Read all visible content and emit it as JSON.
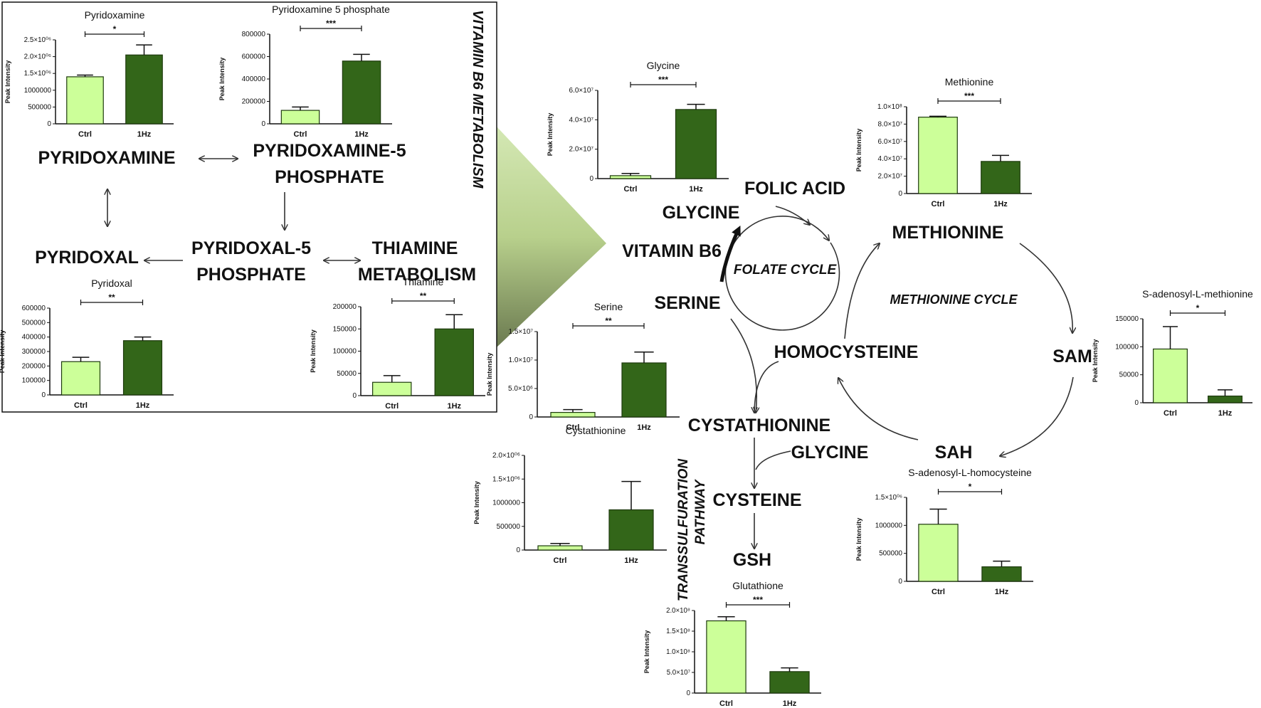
{
  "colors": {
    "ctrl_fill": "#ccff99",
    "hz_fill": "#336619",
    "bar_stroke": "#1e3a0e",
    "arrow": "#333333"
  },
  "vitamin_b6_panel": {
    "title": "VITAMIN B6 METABOLISM",
    "nodes": {
      "pyridoxamine": "PYRIDOXAMINE",
      "pyridoxamine5p_line1": "PYRIDOXAMINE-5",
      "pyridoxamine5p_line2": "PHOSPHATE",
      "pyridoxal": "PYRIDOXAL",
      "pyridoxal5p_line1": "PYRIDOXAL-5",
      "pyridoxal5p_line2": "PHOSPHATE",
      "thiamine_line1": "THIAMINE",
      "thiamine_line2": "METABOLISM"
    }
  },
  "pathway": {
    "folic_acid": "FOLIC ACID",
    "glycine_top": "GLYCINE",
    "vitamin_b6": "VITAMIN B6",
    "folate_cycle": "FOLATE  CYCLE",
    "serine": "SERINE",
    "methionine": "METHIONINE",
    "methionine_cycle": "METHIONINE CYCLE",
    "sam": "SAM",
    "sah": "SAH",
    "homocysteine": "HOMOCYSTEINE",
    "cystathionine": "CYSTATHIONINE",
    "glycine_bottom": "GLYCINE",
    "cysteine": "CYSTEINE",
    "gsh": "GSH",
    "transsulfuration_line1": "TRANSSULFURATION",
    "transsulfuration_line2": "PATHWAY"
  },
  "chart_data": [
    {
      "id": "pyridoxamine",
      "type": "bar",
      "title": "Pyridoxamine",
      "ylabel": "Peak Intensity",
      "categories": [
        "Ctrl",
        "1Hz"
      ],
      "values": [
        1400000,
        2050000
      ],
      "errors": [
        50000,
        300000
      ],
      "ylim": [
        0,
        2500000
      ],
      "yticks": [
        0,
        500000,
        1000000,
        1500000,
        2000000,
        2500000
      ],
      "ytick_labels": [
        "0",
        "500000",
        "1000000",
        "1.5×10⁰⁶",
        "2.0×10⁰⁶",
        "2.5×10⁰⁶"
      ],
      "significance": "*"
    },
    {
      "id": "pyridoxamine_5_phosphate",
      "type": "bar",
      "title": "Pyridoxamine 5 phosphate",
      "ylabel": "Peak Intensity",
      "categories": [
        "Ctrl",
        "1Hz"
      ],
      "values": [
        120000,
        560000
      ],
      "errors": [
        30000,
        60000
      ],
      "ylim": [
        0,
        800000
      ],
      "yticks": [
        0,
        200000,
        400000,
        600000,
        800000
      ],
      "ytick_labels": [
        "0",
        "200000",
        "400000",
        "600000",
        "800000"
      ],
      "significance": "***"
    },
    {
      "id": "pyridoxal",
      "type": "bar",
      "title": "Pyridoxal",
      "ylabel": "Peak Intensity",
      "categories": [
        "Ctrl",
        "1Hz"
      ],
      "values": [
        230000,
        375000
      ],
      "errors": [
        30000,
        25000
      ],
      "ylim": [
        0,
        600000
      ],
      "yticks": [
        0,
        100000,
        200000,
        300000,
        400000,
        500000,
        600000
      ],
      "ytick_labels": [
        "0",
        "100000",
        "200000",
        "300000",
        "400000",
        "500000",
        "600000"
      ],
      "significance": "**"
    },
    {
      "id": "thiamine",
      "type": "bar",
      "title": "Thiamine",
      "ylabel": "Peak Intensity",
      "categories": [
        "Ctrl",
        "1Hz"
      ],
      "values": [
        30000,
        150000
      ],
      "errors": [
        15000,
        32000
      ],
      "ylim": [
        0,
        200000
      ],
      "yticks": [
        0,
        50000,
        100000,
        150000,
        200000
      ],
      "ytick_labels": [
        "0",
        "50000",
        "100000",
        "150000",
        "200000"
      ],
      "significance": "**"
    },
    {
      "id": "glycine",
      "type": "bar",
      "title": "Glycine",
      "ylabel": "Peak Intensity",
      "categories": [
        "Ctrl",
        "1Hz"
      ],
      "values": [
        2000000,
        47000000
      ],
      "errors": [
        1500000,
        3500000
      ],
      "ylim": [
        0,
        60000000
      ],
      "yticks": [
        0,
        20000000,
        40000000,
        60000000
      ],
      "ytick_labels": [
        "0",
        "2.0×10⁷",
        "4.0×10⁷",
        "6.0×10⁷"
      ],
      "significance": "***"
    },
    {
      "id": "methionine",
      "type": "bar",
      "title": "Methionine",
      "ylabel": "Peak Intensity",
      "categories": [
        "Ctrl",
        "1Hz"
      ],
      "values": [
        88000000,
        37000000
      ],
      "errors": [
        1000000,
        7000000
      ],
      "ylim": [
        0,
        100000000
      ],
      "yticks": [
        0,
        20000000,
        40000000,
        60000000,
        80000000,
        100000000
      ],
      "ytick_labels": [
        "0",
        "2.0×10⁷",
        "4.0×10⁷",
        "6.0×10⁷",
        "8.0×10⁷",
        "1.0×10⁸"
      ],
      "significance": "***"
    },
    {
      "id": "serine",
      "type": "bar",
      "title": "Serine",
      "ylabel": "Peak Intensity",
      "categories": [
        "Ctrl",
        "1Hz"
      ],
      "values": [
        800000,
        9500000
      ],
      "errors": [
        500000,
        1900000
      ],
      "ylim": [
        0,
        15000000
      ],
      "yticks": [
        0,
        5000000,
        10000000,
        15000000
      ],
      "ytick_labels": [
        "0",
        "5.0×10⁶",
        "1.0×10⁷",
        "1.5×10⁷"
      ],
      "significance": "**"
    },
    {
      "id": "s_adenosyl_l_methionine",
      "type": "bar",
      "title": "S-adenosyl-L-methionine",
      "ylabel": "Peak Intensity",
      "categories": [
        "Ctrl",
        "1Hz"
      ],
      "values": [
        96000,
        12000
      ],
      "errors": [
        40000,
        11000
      ],
      "ylim": [
        0,
        150000
      ],
      "yticks": [
        0,
        50000,
        100000,
        150000
      ],
      "ytick_labels": [
        "0",
        "50000",
        "100000",
        "150000"
      ],
      "significance": "*"
    },
    {
      "id": "cystathionine",
      "type": "bar",
      "title": "Cystathionine",
      "ylabel": "Peak Intensity",
      "categories": [
        "Ctrl",
        "1Hz"
      ],
      "values": [
        90000,
        850000
      ],
      "errors": [
        50000,
        600000
      ],
      "ylim": [
        0,
        2000000
      ],
      "yticks": [
        0,
        500000,
        1000000,
        1500000,
        2000000
      ],
      "ytick_labels": [
        "0",
        "500000",
        "1000000",
        "1.5×10⁰⁶",
        "2.0×10⁰⁶"
      ],
      "significance": ""
    },
    {
      "id": "s_adenosyl_l_homocysteine",
      "type": "bar",
      "title": "S-adenosyl-L-homocysteine",
      "ylabel": "Peak Intensity",
      "categories": [
        "Ctrl",
        "1Hz"
      ],
      "values": [
        1020000,
        260000
      ],
      "errors": [
        270000,
        100000
      ],
      "ylim": [
        0,
        1500000
      ],
      "yticks": [
        0,
        500000,
        1000000,
        1500000
      ],
      "ytick_labels": [
        "0",
        "500000",
        "1000000",
        "1.5×10⁰⁶"
      ],
      "significance": "*"
    },
    {
      "id": "glutathione",
      "type": "bar",
      "title": "Glutathione",
      "ylabel": "Peak Intensity",
      "categories": [
        "Ctrl",
        "1Hz"
      ],
      "values": [
        175000000,
        52000000
      ],
      "errors": [
        10000000,
        9000000
      ],
      "ylim": [
        0,
        200000000
      ],
      "yticks": [
        0,
        50000000,
        100000000,
        150000000,
        200000000
      ],
      "ytick_labels": [
        "0",
        "5.0×10⁷",
        "1.0×10⁸",
        "1.5×10⁸",
        "2.0×10⁸"
      ],
      "significance": "***"
    }
  ]
}
